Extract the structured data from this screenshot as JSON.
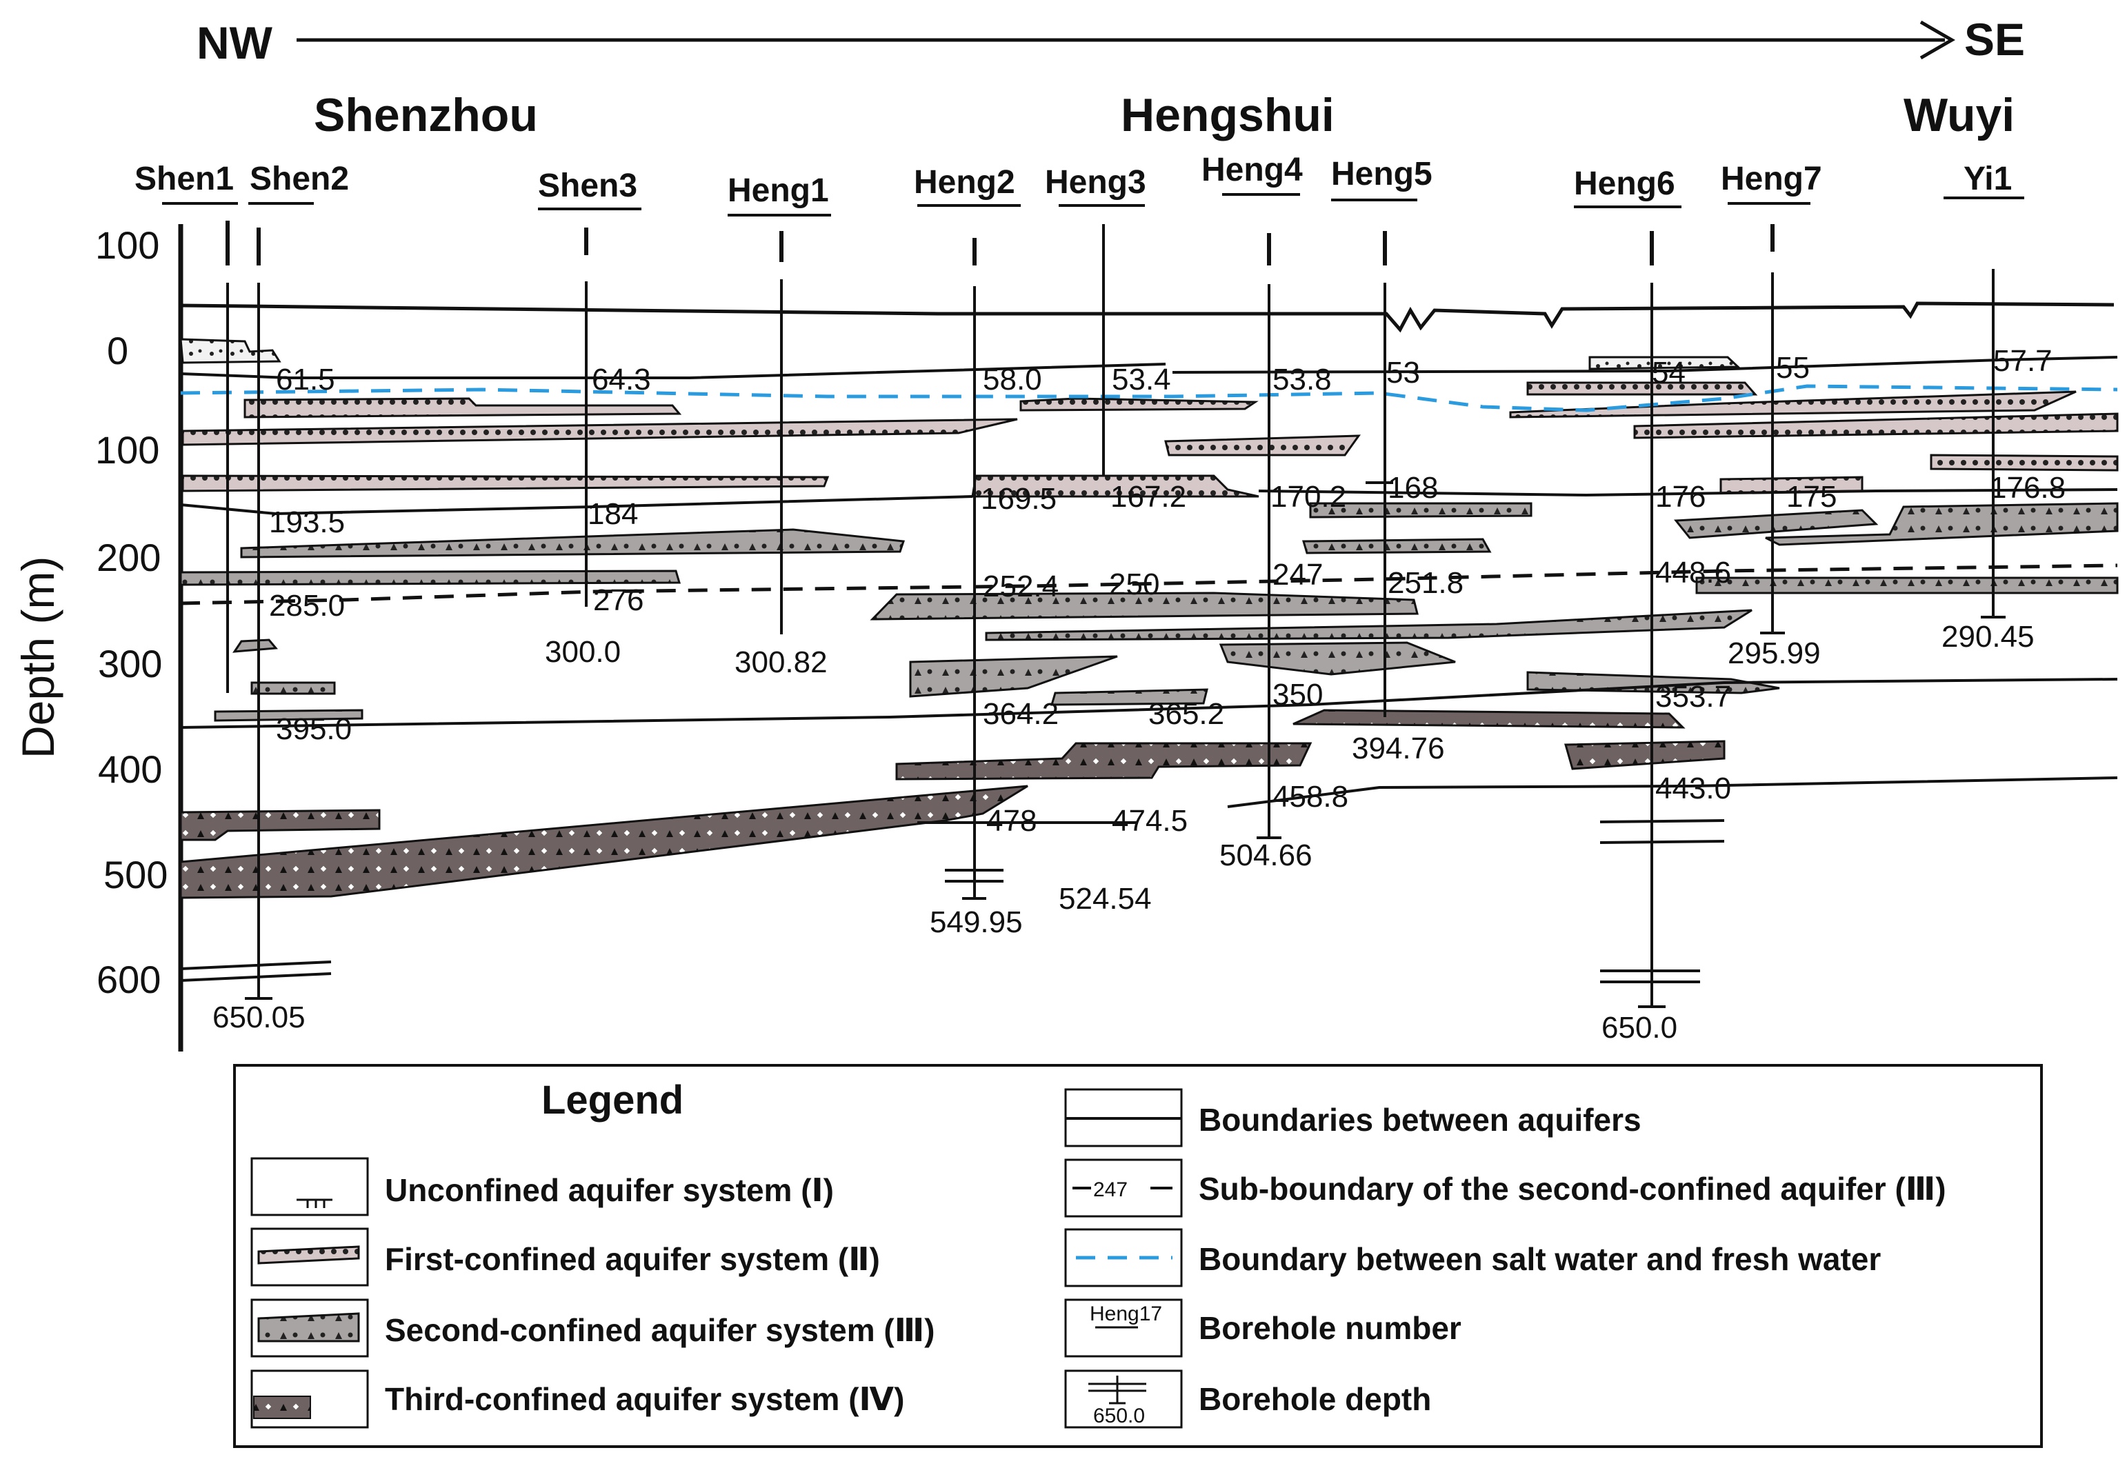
{
  "header": {
    "nw": "NW",
    "se": "SE"
  },
  "regions": [
    "Shenzhou",
    "Hengshui",
    "Wuyi"
  ],
  "boreholes": [
    "Shen1",
    "Shen2",
    "Shen3",
    "Heng1",
    "Heng2",
    "Heng3",
    "Heng4",
    "Heng5",
    "Heng6",
    "Heng7",
    "Yi1"
  ],
  "axis": {
    "label": "Depth (m)",
    "ticks": [
      "100",
      "0",
      "100",
      "200",
      "300",
      "400",
      "500",
      "600"
    ]
  },
  "values": {
    "shen_615": "61.5",
    "shen_643": "64.3",
    "heng_580": "58.0",
    "heng_534": "53.4",
    "heng_538": "53.8",
    "heng_53": "53",
    "heng_54": "54",
    "heng_55": "55",
    "yi_577": "57.7",
    "s_1935": "193.5",
    "s_184": "184",
    "h_1695": "169.5",
    "h_1672": "167.2",
    "h_1702": "170.2",
    "h_168": "168",
    "h_176": "176",
    "h_175": "175",
    "y_1768": "176.8",
    "s_2850": "285.0",
    "s_276": "276",
    "h_2524": "252.4",
    "h_250": "250",
    "h_247": "247",
    "h_2518": "251.8",
    "h_4486": "448.6",
    "d_3000": "300.0",
    "d_30082": "300.82",
    "d_29599": "295.99",
    "d_29045": "290.45",
    "s_3950": "395.0",
    "h_3642": "364.2",
    "h_3652": "365.2",
    "h_350": "350",
    "h_3537": "353.7",
    "h_39476": "394.76",
    "h_478": "478",
    "h_4745": "474.5",
    "h_4588": "458.8",
    "h_4430": "443.0",
    "d_50466": "504.66",
    "d_52454": "524.54",
    "d_54995": "549.95",
    "d_65005": "650.05",
    "d_6500": "650.0"
  },
  "legend": {
    "title": "Legend",
    "left": [
      "Unconfined aquifer system (Ⅰ)",
      "First-confined aquifer system (Ⅱ)",
      "Second-confined aquifer system (Ⅲ)",
      "Third-confined aquifer system (Ⅳ)"
    ],
    "right": [
      "Boundaries between aquifers",
      "Sub-boundary of the second-confined aquifer (Ⅲ)",
      "Boundary between salt water and fresh water",
      "Borehole number",
      "Borehole depth"
    ],
    "sample_sub": "247",
    "sample_bh": "Heng17",
    "sample_depth": "650.0"
  },
  "colors": {
    "unconfined": "#f2f2f2",
    "first": "#d6c8c8",
    "second": "#a9a4a4",
    "third": "#6e6262",
    "saltline": "#2b9be0"
  }
}
